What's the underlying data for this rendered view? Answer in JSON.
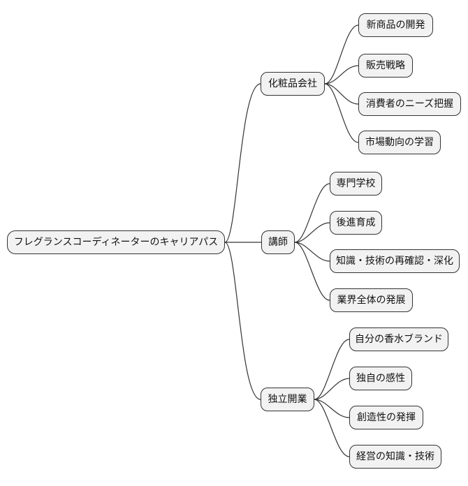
{
  "mindmap": {
    "diagram_type": "mindmap",
    "orientation": "left-to-right",
    "root": {
      "label": "フレグランスコーディネーターのキャリアパス"
    },
    "branches": [
      {
        "label": "化粧品会社",
        "children": [
          "新商品の開発",
          "販売戦略",
          "消費者のニーズ把握",
          "市場動向の学習"
        ]
      },
      {
        "label": "講師",
        "children": [
          "専門学校",
          "後進育成",
          "知識・技術の再確認・深化",
          "業界全体の発展"
        ]
      },
      {
        "label": "独立開業",
        "children": [
          "自分の香水ブランド",
          "独自の感性",
          "創造性の発揮",
          "経営の知識・技術"
        ]
      }
    ],
    "colors": {
      "background": "#ffffff",
      "node_fill": "#f2f2f2",
      "node_border": "#333333",
      "edge": "#333333",
      "text": "#111111"
    }
  }
}
